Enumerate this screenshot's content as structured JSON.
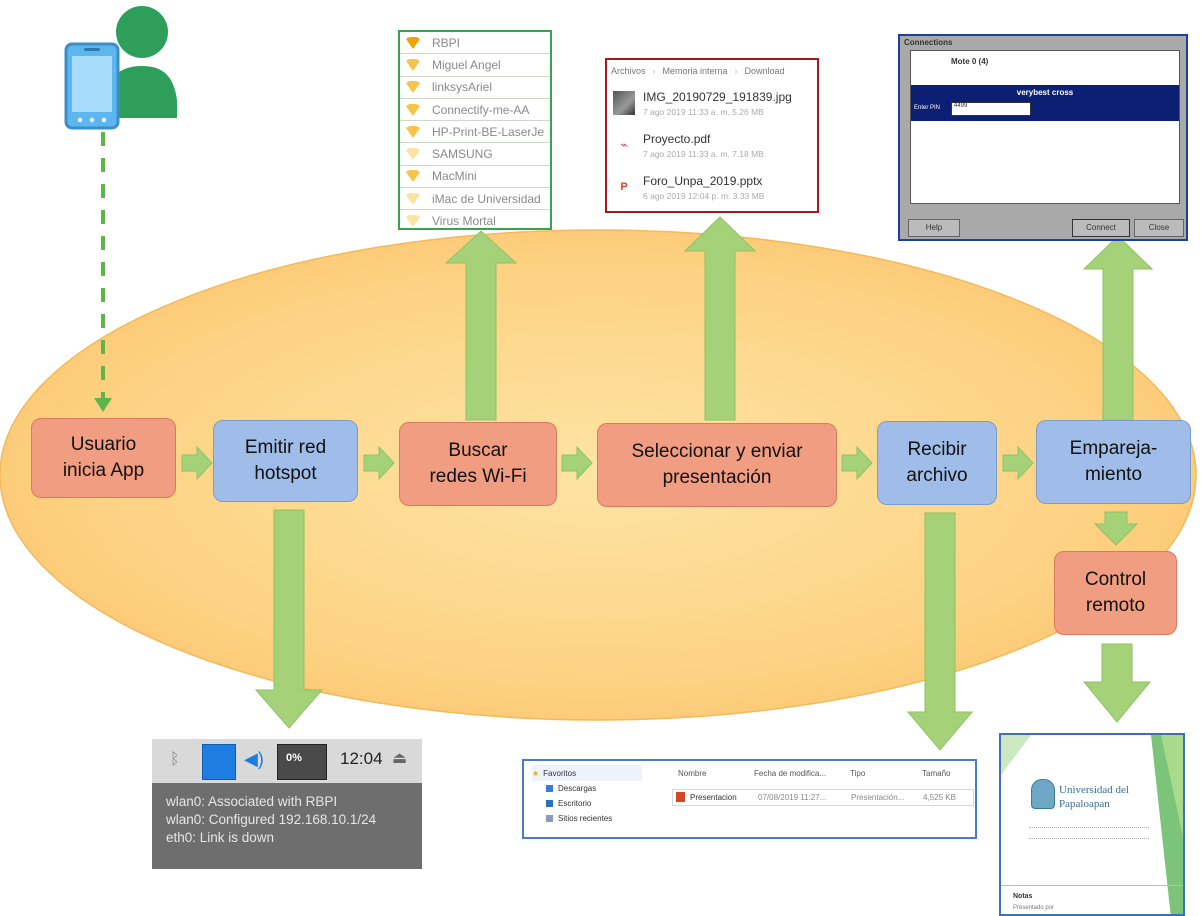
{
  "nodes": {
    "usuario": "Usuario\ninicia App",
    "emitir": "Emitir red\nhotspot",
    "buscar": "Buscar\nredes Wi-Fi",
    "seleccionar": "Seleccionar y enviar\npresentación",
    "recibir": "Recibir\narchivo",
    "emparejamiento": "Empareja-\nmiento",
    "control": "Control\nremoto"
  },
  "wifi_list": [
    "RBPI",
    "Miguel Angel",
    "linksysAriel",
    "Connectify-me-AA",
    "HP-Print-BE-LaserJe",
    "SAMSUNG",
    "MacMini",
    "iMac de Universidad",
    "Virus Mortal"
  ],
  "file_browser": {
    "breadcrumb": [
      "Archivos",
      "Memoria interna",
      "Download"
    ],
    "files": [
      {
        "name": "IMG_20190729_191839.jpg",
        "meta": "7 ago 2019 11:33 a. m. 5.26 MB"
      },
      {
        "name": "Proyecto.pdf",
        "meta": "7 ago 2019 11:33 a. m. 7.18 MB"
      },
      {
        "name": "Foro_Unpa_2019.pptx",
        "meta": "6 ago 2019 12:04 p. m. 3.33 MB"
      }
    ]
  },
  "connections_dialog": {
    "title": "Connections",
    "item1": "Mote 0 (4)",
    "item2": "verybest cross",
    "field_label": "Enter PIN",
    "field_value": "4499",
    "help": "Help",
    "connect": "Connect",
    "close": "Close"
  },
  "taskbar": {
    "battery": "0%",
    "time": "12:04",
    "messages": [
      "wlan0: Associated with RBPI",
      "wlan0: Configured 192.168.10.1/24",
      "eth0: Link is down"
    ]
  },
  "explorer": {
    "sidebar": [
      "Favoritos",
      "Descargas",
      "Escritorio",
      "Sitios recientes"
    ],
    "headers": [
      "Nombre",
      "Fecha de modifica...",
      "Tipo",
      "Tamaño"
    ],
    "row": {
      "name": "Presentacion",
      "date": "07/08/2019 11:27...",
      "type": "Presentación...",
      "size": "4,525 KB"
    }
  },
  "slide": {
    "title": "Universidad del Papaloapan",
    "subtitle": "Notas",
    "footer": "Presentado por"
  },
  "colors": {
    "ellipse": "#fdd88a",
    "arrow": "#9ccf6c",
    "orange_node": "#f19d82",
    "blue_node": "#9fbde8",
    "user_icon": "#2e9e5b",
    "phone_icon": "#4aa8e8"
  }
}
